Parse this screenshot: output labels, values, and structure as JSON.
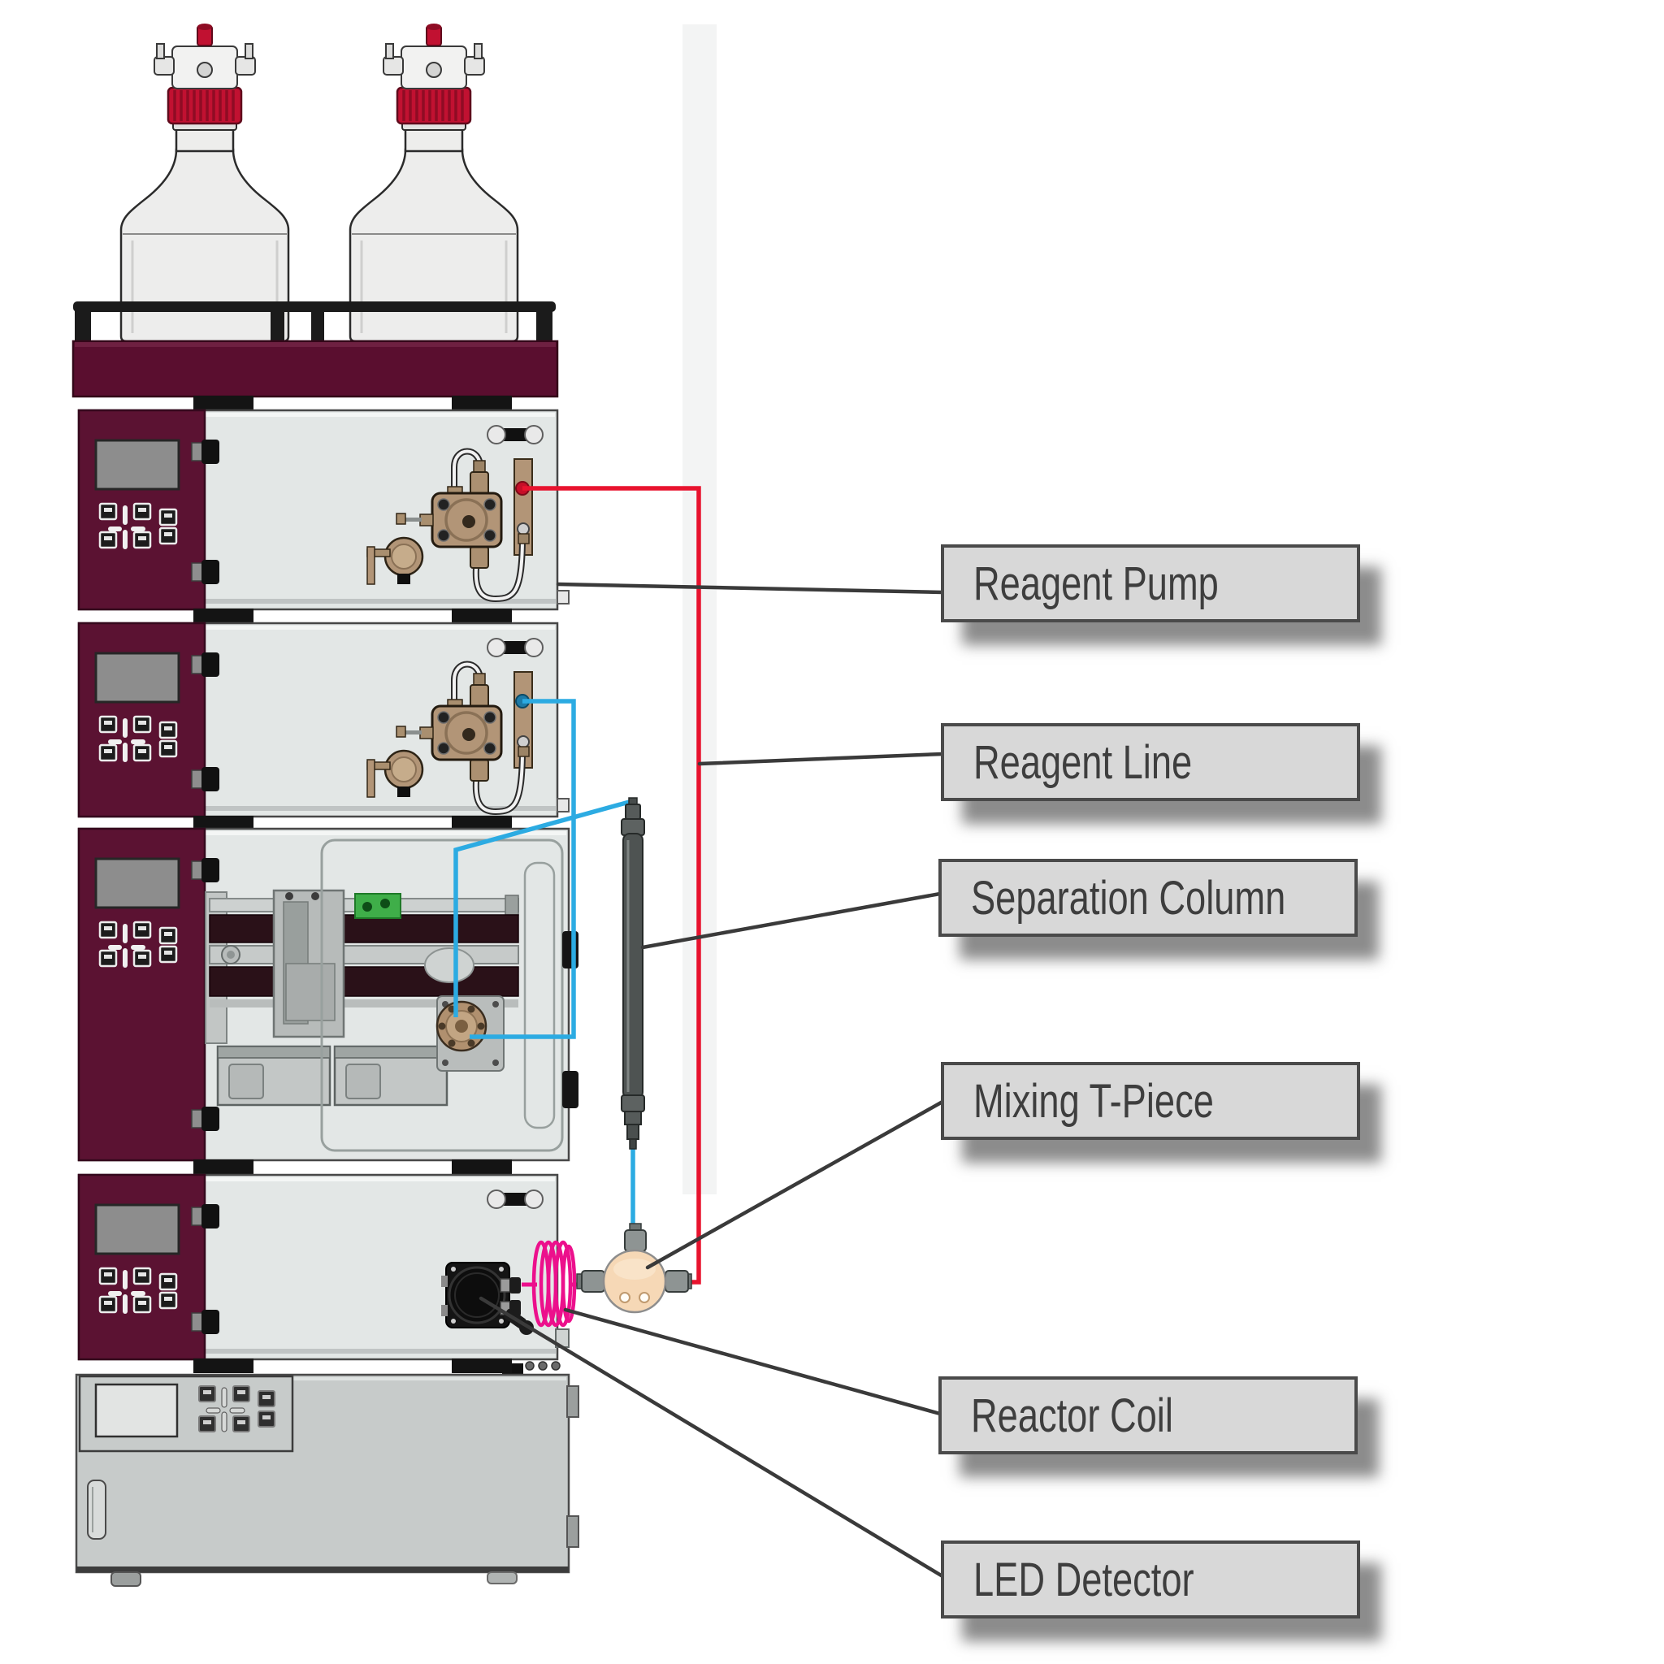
{
  "labels": {
    "reagent_pump": "Reagent Pump",
    "reagent_line": "Reagent Line",
    "separation_column": "Separation Column",
    "mixing_t_piece": "Mixing T-Piece",
    "reactor_coil": "Reactor Coil",
    "led_detector": "LED Detector"
  },
  "colors": {
    "reagent_tube": "#e8132e",
    "eluent_tube": "#2cabe2",
    "reactor_coil_tube": "#ec108c",
    "chassis_accent": "#5b1232",
    "label_background": "#d8d8d8",
    "label_border": "#4a4a4a",
    "leader_line": "#3a3a3a"
  }
}
